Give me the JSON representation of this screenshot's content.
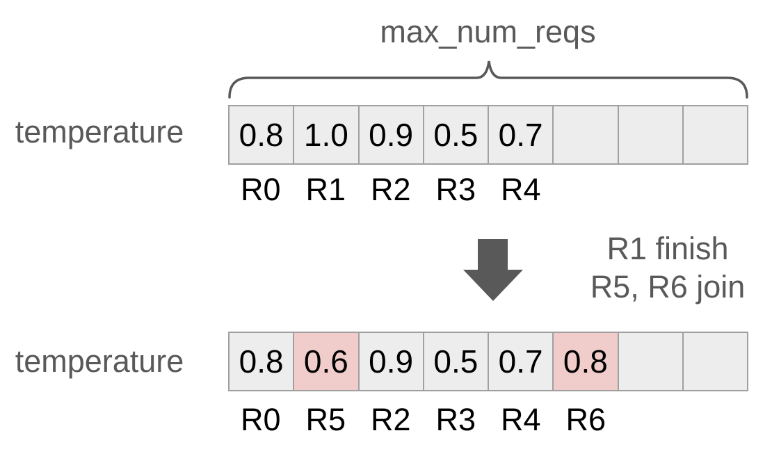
{
  "colors": {
    "muted": "#595959",
    "arrow": "#595959",
    "cell_bg": "#ededed",
    "cell_border": "#a0a0a0",
    "cell_highlight": "#f0cdca",
    "value_text": "#000000"
  },
  "brace": {
    "label": "max_num_reqs"
  },
  "top_row": {
    "caption": "temperature",
    "cells": [
      {
        "value": "0.8",
        "label": "R0",
        "highlight": false
      },
      {
        "value": "1.0",
        "label": "R1",
        "highlight": false
      },
      {
        "value": "0.9",
        "label": "R2",
        "highlight": false
      },
      {
        "value": "0.5",
        "label": "R3",
        "highlight": false
      },
      {
        "value": "0.7",
        "label": "R4",
        "highlight": false
      },
      {
        "value": "",
        "label": "",
        "highlight": false
      },
      {
        "value": "",
        "label": "",
        "highlight": false
      },
      {
        "value": "",
        "label": "",
        "highlight": false
      }
    ]
  },
  "transition": {
    "line1": "R1 finish",
    "line2": "R5, R6 join"
  },
  "bottom_row": {
    "caption": "temperature",
    "cells": [
      {
        "value": "0.8",
        "label": "R0",
        "highlight": false
      },
      {
        "value": "0.6",
        "label": "R5",
        "highlight": true
      },
      {
        "value": "0.9",
        "label": "R2",
        "highlight": false
      },
      {
        "value": "0.5",
        "label": "R3",
        "highlight": false
      },
      {
        "value": "0.7",
        "label": "R4",
        "highlight": false
      },
      {
        "value": "0.8",
        "label": "R6",
        "highlight": true
      },
      {
        "value": "",
        "label": "",
        "highlight": false
      },
      {
        "value": "",
        "label": "",
        "highlight": false
      }
    ]
  }
}
